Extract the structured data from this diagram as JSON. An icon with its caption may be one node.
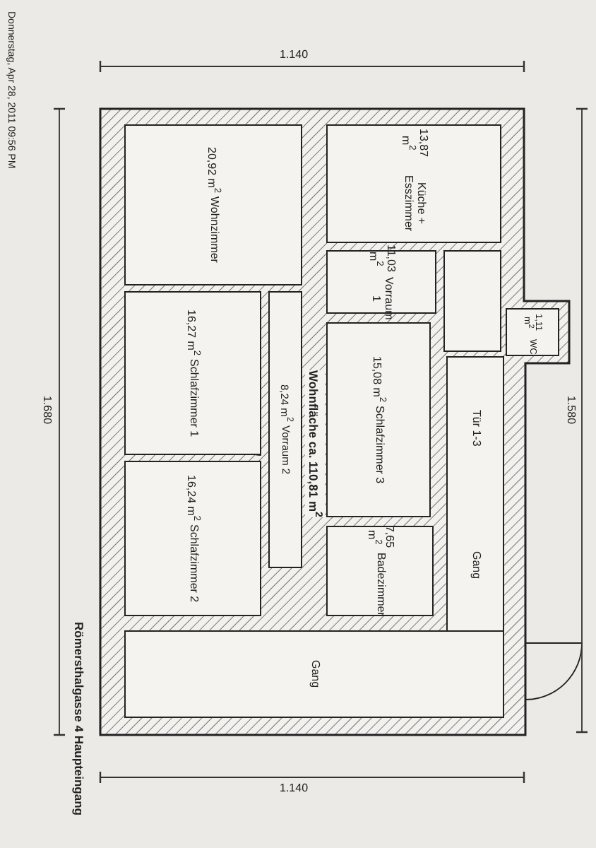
{
  "diagram": {
    "nodes": [
      {
        "text": [
          "20,92 m$^{2}$",
          "Wohnzimmer"
        ]
      },
      {
        "text": [
          "13,87 m$^{2}$",
          "Küche + Esszimmer"
        ]
      },
      {
        "text": [
          "11,03 m$^{2}$",
          "Vorraum 1"
        ]
      },
      {
        "text": [],
        "shape": "box"
      },
      {
        "text": [
          "1,11 m$^{2}$",
          "WC"
        ]
      },
      {
        "text": [
          "16,27 m$^{2}$",
          "Schlafzimmer 1"
        ]
      },
      {
        "text": [
          "8,24 m$^{2}$",
          "Vorraum 2"
        ]
      },
      {
        "text": [
          "15,08 m$^{2}$",
          "Schlafzimmer 3"
        ]
      },
      {
        "text": [
          "Tür 1-3",
          "Gang"
        ]
      },
      {
        "text": [
          "16,24 m$^{2}$",
          "Schlafzimmer 2"
        ]
      },
      {
        "text": [
          "7,65 m$^{2}$",
          "Badezimmer"
        ]
      },
      {
        "text": [
          "Gang"
        ]
      }
    ],
    "labels": [
      "Donnerstag, Apr 28, 2011 09:56 PM",
      "1.140",
      "1.680",
      "Wohnfläche ca. 110,81 m$^{2}$",
      "1.580",
      "Römersthalgasse 4 Haupteingang",
      "1.140"
    ]
  }
}
